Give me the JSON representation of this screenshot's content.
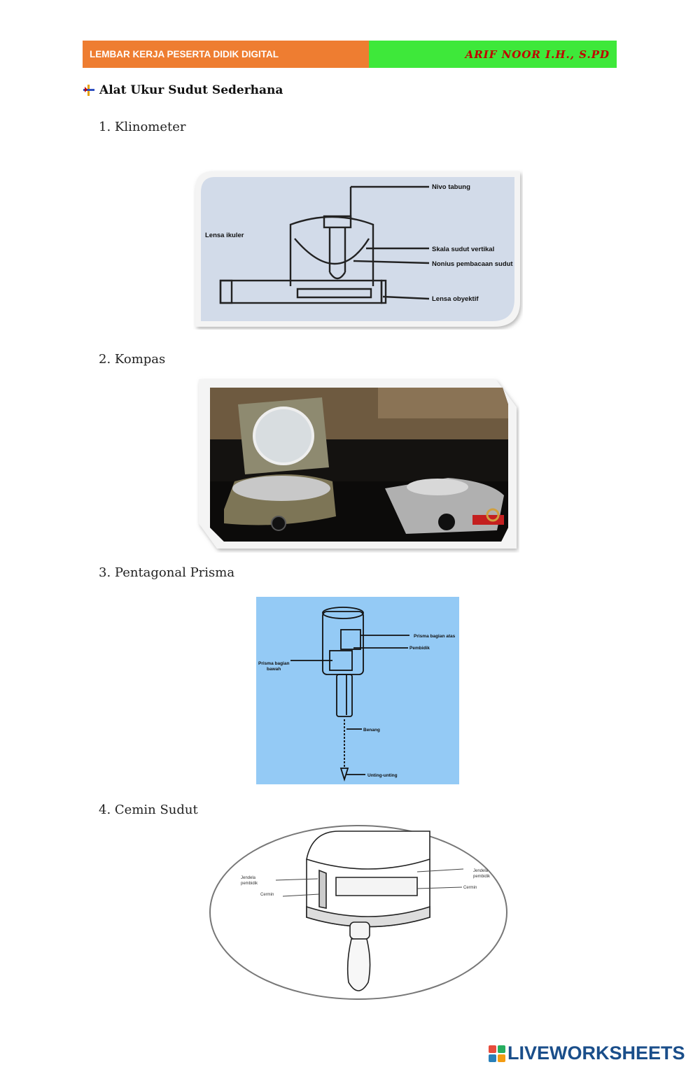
{
  "header": {
    "left_text": "LEMBAR KERJA PESERTA DIDIK DIGITAL",
    "right_text": "ARIF NOOR I.H., S.PD"
  },
  "section": {
    "title": "Alat Ukur Sudut Sederhana",
    "icon": "bullet-arrow-icon"
  },
  "items": [
    {
      "label": "1. Klinometer",
      "annotations": [
        "Nivo tabung",
        "Lensa ikuler",
        "Skala sudut vertikal",
        "Nonius pembacaan sudut",
        "Lensa obyektif"
      ]
    },
    {
      "label": "2.  Kompas"
    },
    {
      "label": "3. Pentagonal Prisma",
      "annotations": [
        "Prisma bagian atas",
        "Pembidik",
        "Prisma bagian",
        "bawah",
        "Benang",
        "Unting-unting"
      ]
    },
    {
      "label": "4. Cemin Sudut",
      "annotations": [
        "Jendela",
        "pembidik",
        "Cermin",
        "Jendela",
        "pembidik",
        "Cermin"
      ]
    }
  ],
  "footer": {
    "brand": "LIVEWORKSHEETS"
  },
  "colors": {
    "header_orange": "#ee7d31",
    "header_green": "#3ee83a",
    "header_name_red": "#c00000",
    "brand_blue": "#1a4e8a"
  }
}
